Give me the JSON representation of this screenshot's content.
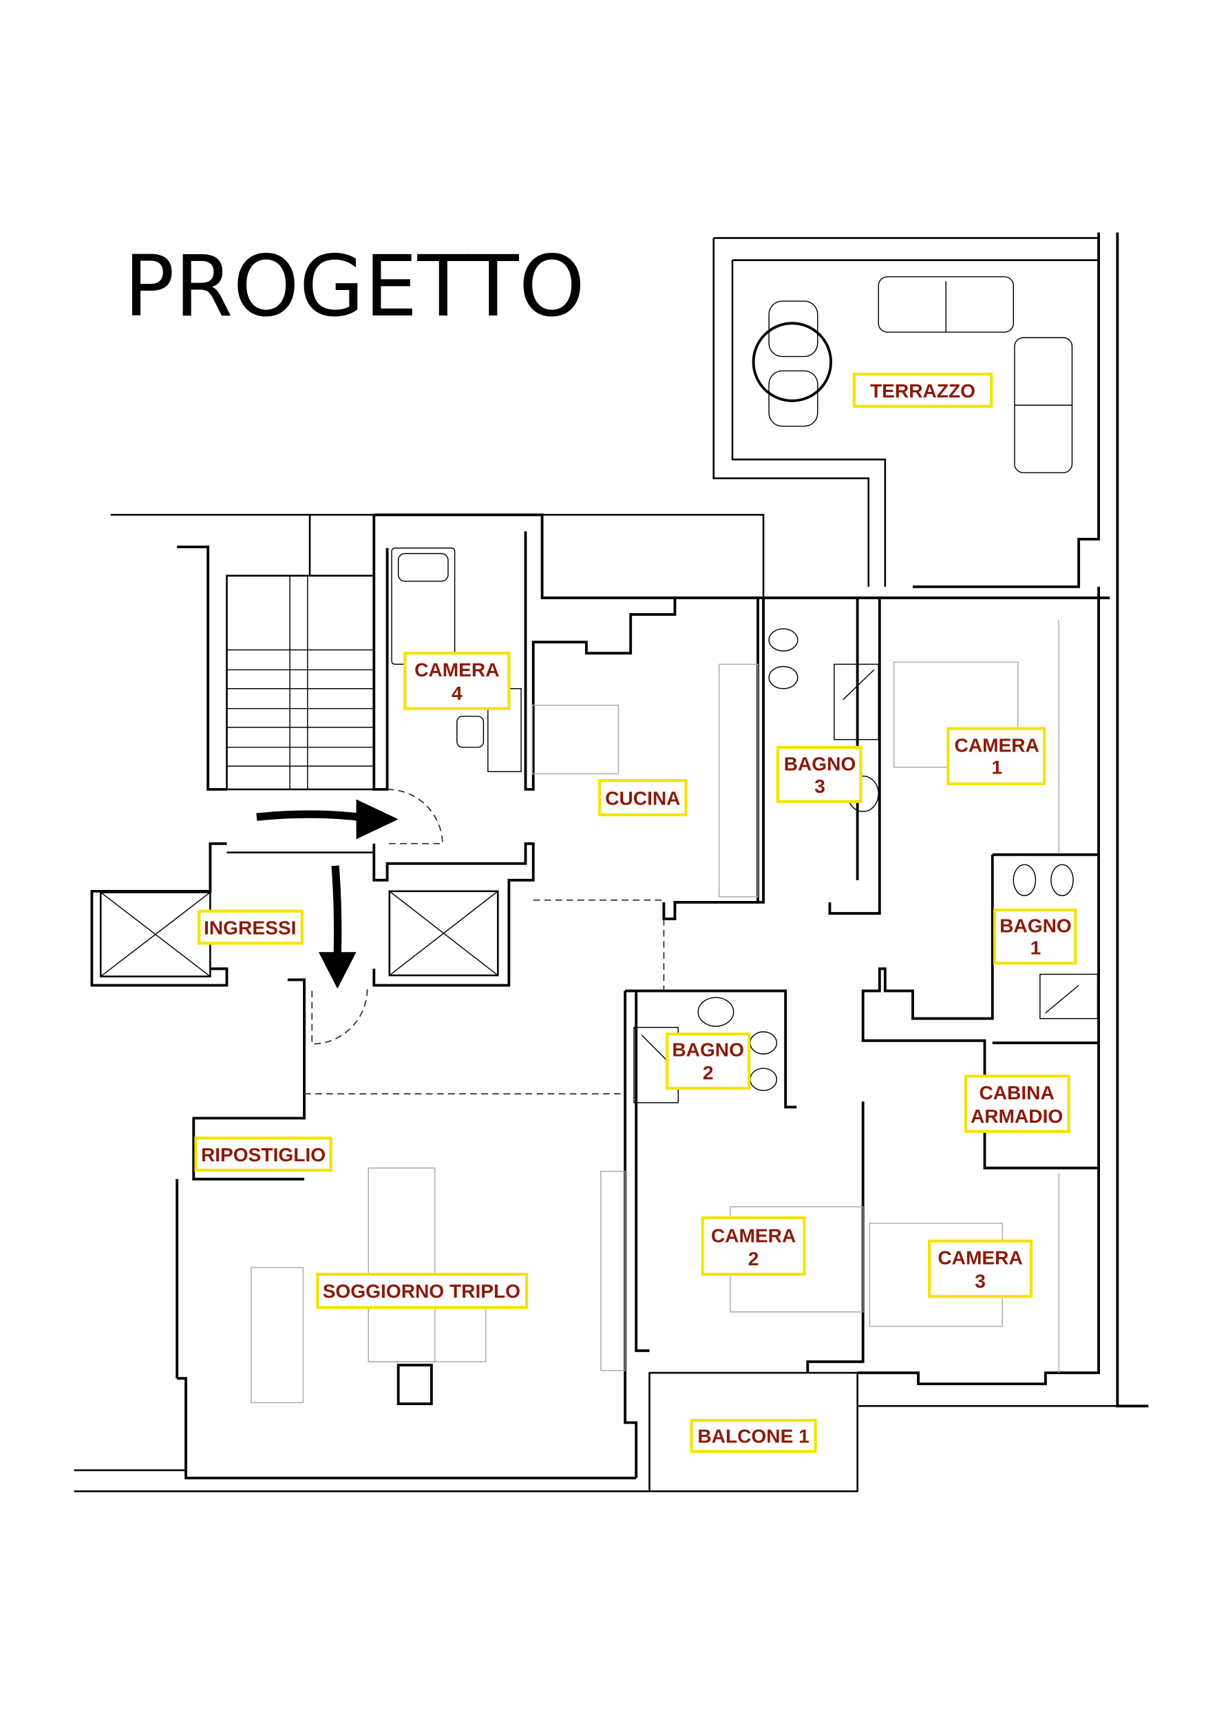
{
  "title": "PROGETTO",
  "rooms": {
    "terrazzo": {
      "line1": "TERRAZZO"
    },
    "camera4": {
      "line1": "CAMERA",
      "line2": "4"
    },
    "cucina": {
      "line1": "CUCINA"
    },
    "bagno3": {
      "line1": "BAGNO",
      "line2": "3"
    },
    "camera1": {
      "line1": "CAMERA",
      "line2": "1"
    },
    "ingressi": {
      "line1": "INGRESSI"
    },
    "bagno1": {
      "line1": "BAGNO",
      "line2": "1"
    },
    "bagno2": {
      "line1": "BAGNO",
      "line2": "2"
    },
    "cabina_armadio": {
      "line1": "CABINA",
      "line2": "ARMADIO"
    },
    "ripostiglio": {
      "line1": "RIPOSTIGLIO"
    },
    "camera2": {
      "line1": "CAMERA",
      "line2": "2"
    },
    "camera3": {
      "line1": "CAMERA",
      "line2": "3"
    },
    "soggiorno": {
      "line1": "SOGGIORNO TRIPLO"
    },
    "balcone1": {
      "line1": "BALCONE 1"
    }
  },
  "colors": {
    "label_text": "#8b1a0a",
    "label_border": "#f2e500",
    "walls": "#000000"
  }
}
